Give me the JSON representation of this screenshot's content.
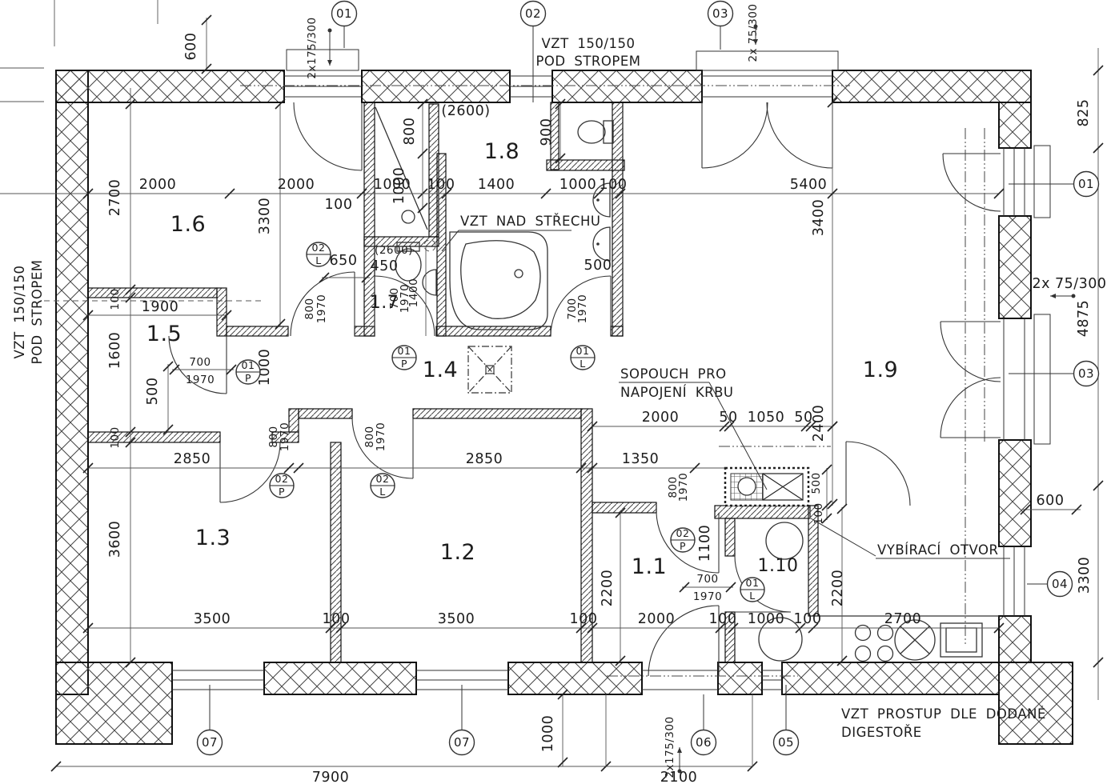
{
  "rooms": {
    "r11": "1.1",
    "r12": "1.2",
    "r13": "1.3",
    "r14": "1.4",
    "r15": "1.5",
    "r16": "1.6",
    "r17": "1.7",
    "r18": "1.8",
    "r19": "1.9",
    "r110": "1.10"
  },
  "markers": {
    "m01": "01",
    "m02": "02",
    "m03": "03",
    "m04": "04",
    "m05": "05",
    "m06": "06",
    "m07": "07",
    "p": "P",
    "l": "L"
  },
  "dims": {
    "d50": "50",
    "d100": "100",
    "d450": "450",
    "d500": "500",
    "d600": "600",
    "d650": "650",
    "d700": "700",
    "d800": "800",
    "d825": "825",
    "d900": "900",
    "d1000": "1000",
    "d1050": "1050",
    "d1100": "1100",
    "d1350": "1350",
    "d1400": "1400",
    "d1600": "1600",
    "d1900": "1900",
    "d1970": "1970",
    "d2000": "2000",
    "d2100": "2100",
    "d2200": "2200",
    "d2400": "2400",
    "d2600": "(2600)",
    "d2700": "2700",
    "d2850": "2850",
    "d3300": "3300",
    "d3400": "3400",
    "d3500": "3500",
    "d3600": "3600",
    "d4875": "4875",
    "d5400": "5400",
    "d7900": "7900"
  },
  "specs": {
    "w175": "2x175/300",
    "w75": "2x 75/300"
  },
  "annotations": {
    "vzt1": "VZT 150/150",
    "vzt2": "POD STROPEM",
    "roof": "VZT NAD STŘECHU",
    "sop1": "SOPOUCH PRO",
    "sop2": "NAPOJENÍ KRBU",
    "vyb": "VYBÍRACÍ OTVOR",
    "dig1": "VZT PROSTUP DLE DODANÉ",
    "dig2": "DIGESTOŘE"
  }
}
